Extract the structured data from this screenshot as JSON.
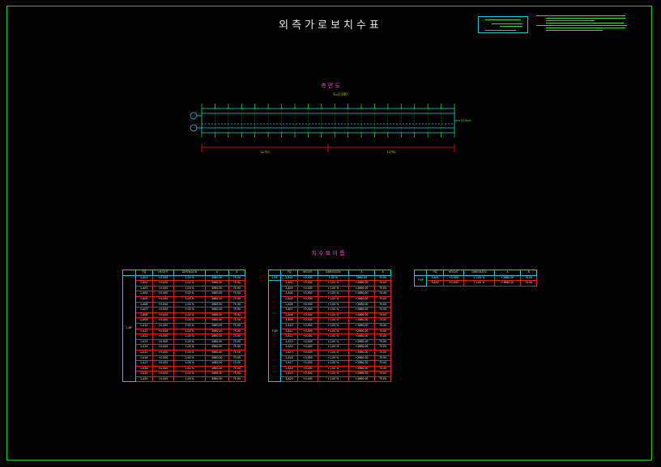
{
  "drawing": {
    "title": "외측가로보치수표",
    "plan_label": "측 면 도",
    "plan_scale": "S=1:100",
    "schedule_label": "치 수 표 이 름",
    "dim_left": "12700",
    "dim_right": "12700",
    "right_tag": "A2abut"
  },
  "colors": {
    "frame": "#17d017",
    "cyan": "#22c8d8",
    "red": "#e22020",
    "magenta": "#ff3bd6",
    "green": "#2fe02f",
    "white": "#f0f0f0"
  },
  "tables": {
    "headers": [
      "구분",
      "HEIGHT",
      "DIMENSION",
      "A",
      "B"
    ],
    "t1": {
      "group": "L-BP",
      "rows": [
        [
          "1-A01",
          "+0.000",
          "1.00 %",
          "2660.00",
          "75.00"
        ],
        [
          "1-A02",
          "+0.000",
          "1.00 %",
          "2660.00",
          "75.00"
        ],
        [
          "1-A03",
          "+0.000",
          "1.00 %",
          "2660.00",
          "75.00"
        ],
        [
          "1-A04",
          "+0.000",
          "1.00 %",
          "2660.00",
          "75.00"
        ],
        [
          "1-A05",
          "+0.000",
          "1.00 %",
          "2660.00",
          "75.00"
        ],
        [
          "1-A06",
          "+0.000",
          "1.00 %",
          "2660.00",
          "75.00"
        ],
        [
          "1-A07",
          "+0.000",
          "1.00 %",
          "2660.00",
          "75.00"
        ],
        [
          "1-A08",
          "+0.000",
          "1.00 %",
          "2660.00",
          "75.00"
        ],
        [
          "1-A09",
          "+0.000",
          "1.00 %",
          "2660.00",
          "75.00"
        ],
        [
          "1-A10",
          "+0.000",
          "1.00 %",
          "2660.00",
          "75.00"
        ],
        [
          "1-A11",
          "+0.000",
          "1.00 %",
          "2660.00",
          "75.00"
        ],
        [
          "1-A12",
          "+0.000",
          "1.00 %",
          "2660.00",
          "75.00"
        ],
        [
          "1-A13",
          "+0.000",
          "1.00 %",
          "2660.00",
          "75.00"
        ],
        [
          "1-A14",
          "+0.000",
          "1.00 %",
          "2660.00",
          "75.00"
        ],
        [
          "1-A15",
          "+0.000",
          "1.00 %",
          "2660.00",
          "75.00"
        ],
        [
          "1-A16",
          "+0.000",
          "1.00 %",
          "2660.00",
          "75.00"
        ],
        [
          "1-A17",
          "+0.000",
          "1.00 %",
          "2660.00",
          "75.00"
        ],
        [
          "1-A18",
          "+0.000",
          "1.00 %",
          "2660.00",
          "75.00"
        ],
        [
          "1-A19",
          "+0.000",
          "1.00 %",
          "2660.00",
          "75.00"
        ],
        [
          "1-A20",
          "+0.000",
          "1.00 %",
          "2660.00",
          "75.00"
        ]
      ]
    },
    "t2": {
      "group_top": "L-BP",
      "group_rest": "P-BP",
      "rows": [
        [
          "2-A01",
          "+0.000",
          "1.00 %",
          "2660.00",
          "75.00"
        ],
        [
          "2-A02",
          "+0.000",
          "+1.00 %",
          "+2660.00",
          "75.00"
        ],
        [
          "2-A03",
          "+0.000",
          "+1.00 %",
          "+2660.00",
          "75.00"
        ],
        [
          "2-A04",
          "+0.000",
          "+1.00 %",
          "+2660.00",
          "75.00"
        ],
        [
          "2-A05",
          "+0.000",
          "+1.00 %",
          "+2660.00",
          "75.00"
        ],
        [
          "2-A06",
          "+0.000",
          "+1.00 %",
          "+2660.00",
          "75.00"
        ],
        [
          "2-A07",
          "+0.000",
          "+1.00 %",
          "+2660.00",
          "75.00"
        ],
        [
          "2-A08",
          "+0.000",
          "+1.00 %",
          "+2660.00",
          "75.00"
        ],
        [
          "2-A09",
          "+0.000",
          "+1.00 %",
          "+2660.00",
          "75.00"
        ],
        [
          "2-A10",
          "+0.000",
          "+1.00 %",
          "+2660.00",
          "75.00"
        ],
        [
          "2-A11",
          "+0.000",
          "+1.00 %",
          "+2660.00",
          "75.00"
        ],
        [
          "2-A12",
          "+0.000",
          "+1.00 %",
          "+2660.00",
          "75.00"
        ],
        [
          "2-A13",
          "+0.000",
          "+1.00 %",
          "+2660.00",
          "75.00"
        ],
        [
          "2-A14",
          "+0.000",
          "+1.00 %",
          "+2660.00",
          "75.00"
        ],
        [
          "2-A15",
          "+0.000",
          "+1.00 %",
          "+2660.00",
          "75.00"
        ],
        [
          "2-A16",
          "+0.000",
          "+1.00 %",
          "+2660.00",
          "75.00"
        ],
        [
          "2-A17",
          "+0.000",
          "+1.00 %",
          "+2660.00",
          "75.00"
        ],
        [
          "2-A18",
          "+0.000",
          "+1.00 %",
          "+2660.00",
          "75.00"
        ],
        [
          "2-A19",
          "+0.000",
          "+1.00 %",
          "+2660.00",
          "75.00"
        ],
        [
          "2-A20",
          "+0.000",
          "+1.00 %",
          "+2660.00",
          "75.00"
        ]
      ]
    },
    "t3": {
      "group": "P-BP",
      "rows": [
        [
          "3-A01",
          "+0.000",
          "+1.00 %",
          "+2660.00",
          "75.00"
        ],
        [
          "3-A02",
          "+0.000",
          "+1.00 %",
          "+2660.00",
          "75.00"
        ]
      ]
    }
  }
}
